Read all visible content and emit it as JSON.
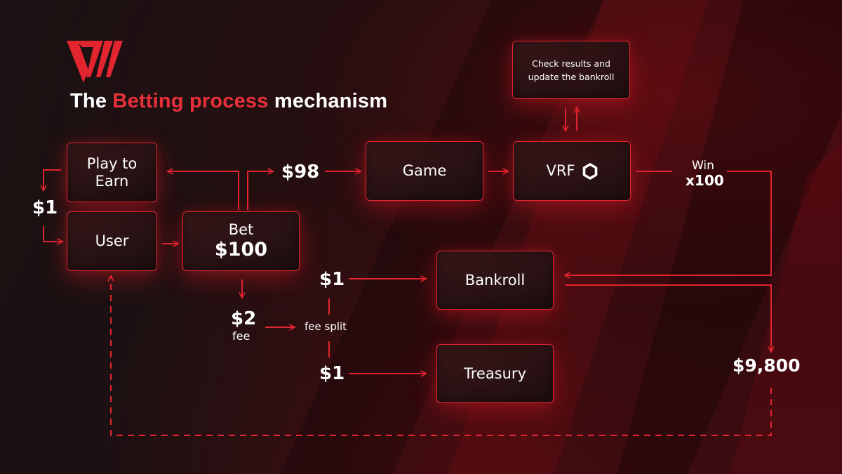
{
  "title": {
    "prefix": "The ",
    "highlight": "Betting process",
    "suffix": " mechanism"
  },
  "nodes": {
    "check_results": "Check results and\nupdate the bankroll",
    "play_to_earn": "Play to\nEarn",
    "user": "User",
    "bet": {
      "label": "Bet",
      "amount": "$100"
    },
    "game": "Game",
    "vrf": "VRF",
    "bankroll": "Bankroll",
    "treasury": "Treasury"
  },
  "labels": {
    "play_to_earn_reward": "$1",
    "to_game": "$98",
    "win": "Win",
    "win_multiplier": "x100",
    "fee_amount": "$2",
    "fee": "fee",
    "fee_split": "fee split",
    "to_bankroll": "$1",
    "to_treasury": "$1",
    "payout": "$9,800"
  },
  "colors": {
    "accent": "#e2252f",
    "background": "#160c0d",
    "text": "#ffffff"
  },
  "icons": {
    "logo": "v7-logo",
    "vrf": "chainlink-hexagon-icon"
  }
}
